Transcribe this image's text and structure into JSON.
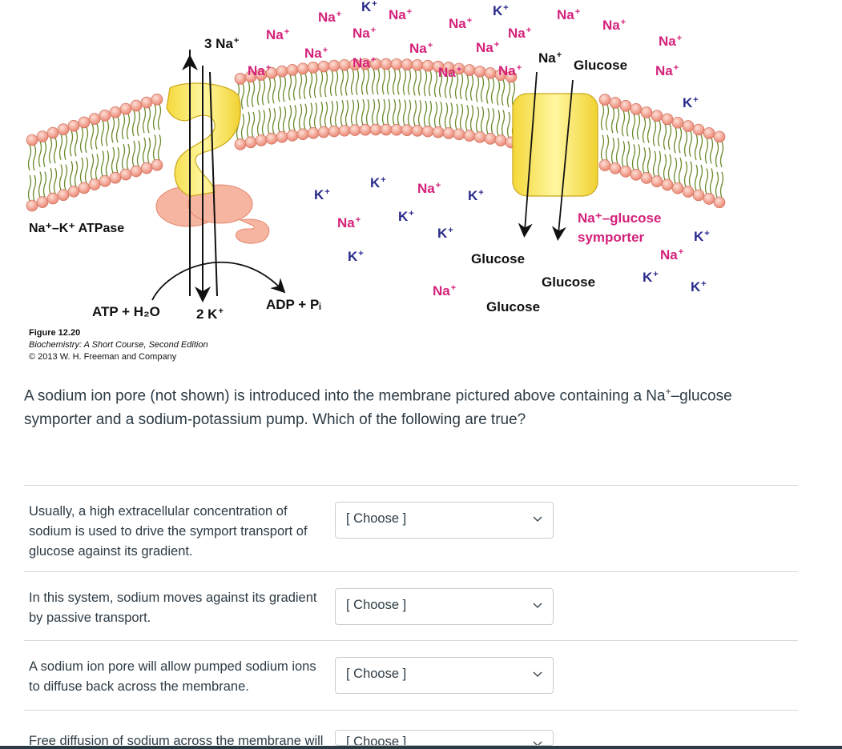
{
  "figure": {
    "labels": {
      "three_na": "3 Na",
      "two_k": "2 K",
      "atpase": "Na⁺–K⁺ ATPase",
      "atp_h2o": "ATP + H₂O",
      "adp_pi": "ADP + Pᵢ",
      "symporter_line1": "Na⁺–glucose",
      "symporter_line2": "symporter",
      "na_glucose_top_na": "Na",
      "glucose_top": "Glucose",
      "glucose_1": "Glucose",
      "glucose_2": "Glucose",
      "glucose_3": "Glucose"
    },
    "ion_na": "Na",
    "ion_k": "K",
    "caption": {
      "title": "Figure 12.20",
      "book": "Biochemistry: A Short Course, Second Edition",
      "copyright": "© 2013 W. H. Freeman and Company"
    },
    "colors": {
      "sodium": "#d4217a",
      "potassium": "#2a2a8c",
      "lipid_head": "#f29a86",
      "tail": "#6a8a2a",
      "protein": "#f7e94a",
      "atpase_domain": "#f6b5a0"
    }
  },
  "question": {
    "text_before": "A sodium ion pore (not shown) is introduced into the membrane pictured above containing a Na",
    "sup": "+",
    "text_after": "–glucose symporter and a sodium-potassium pump. Which of the following are true?"
  },
  "rows": [
    {
      "statement": "Usually, a high extracellular concentration of sodium is used to drive the symport transport of glucose against its gradient.",
      "selected": "[ Choose ]"
    },
    {
      "statement": "In this system, sodium moves against its gradient by passive transport.",
      "selected": "[ Choose ]"
    },
    {
      "statement": "A sodium ion pore will allow pumped sodium ions to diffuse back across the membrane.",
      "selected": "[ Choose ]"
    },
    {
      "statement": "Free diffusion of sodium across the membrane will",
      "selected": "[ Choose ]"
    }
  ]
}
